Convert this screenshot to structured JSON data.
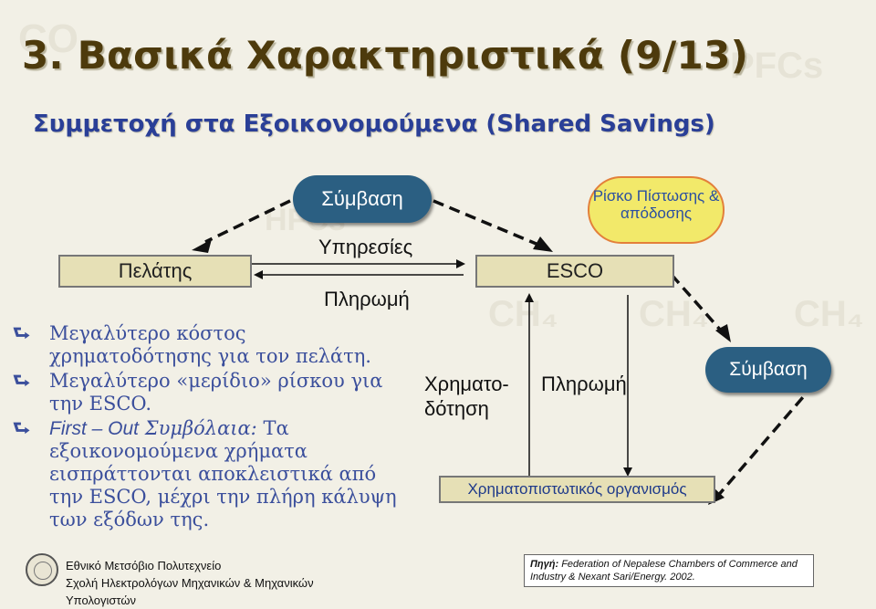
{
  "background_words": [
    "CO₂",
    "HFCs",
    "PFCs",
    "CH₄",
    "CH₄",
    "CH₄"
  ],
  "slide": {
    "title": "3. Βασικά Χαρακτηριστικά (9/13)",
    "subtitle": "Συμμετοχή στα Εξοικονομούμενα (Shared Savings)"
  },
  "diagram": {
    "client_box": "Πελάτης",
    "esco_box": "ESCO",
    "contract_top": "Σύμβαση",
    "contract_right": "Σύμβαση",
    "risk_cloud": "Ρίσκο Πίστωσης & απόδοσης",
    "services_label": "Υπηρεσίες",
    "payment_label_left": "Πληρωμή",
    "financing_label_line1": "Χρηματο-",
    "financing_label_line2": "δότηση",
    "payment_label_right": "Πληρωμή",
    "financial_org": "Χρηματοπιστωτικός οργανισμός"
  },
  "bullets": {
    "b1": "Μεγαλύτερο κόστος χρηματοδότησης για τον πελάτη.",
    "b2": "Μεγαλύτερο «μερίδιο» ρίσκου για την ESCO.",
    "b3_lead": "First – Out",
    "b3_italic": "Συμβόλαια:",
    "b3_rest": "Τα εξοικονομούμενα χρήματα εισπράττονται αποκλειστικά από την ESCO, μέχρι την πλήρη κάλυψη των εξόδων της."
  },
  "footer": {
    "line1": "Εθνικό Μετσόβιο Πολυτεχνείο",
    "line2": "Σχολή Ηλεκτρολόγων Μηχανικών & Μηχανικών",
    "line3": "Υπολογιστών"
  },
  "source": {
    "label": "Πηγή:",
    "text": "Federation of Nepalese Chambers of Commerce and Industry & Nexant Sari/Energy. 2002."
  },
  "colors": {
    "title": "#4d3a0c",
    "subtitle": "#2a3f97",
    "box_fill": "#e6e0b6",
    "pill_fill": "#2b5f82",
    "cloud_fill": "#f2e96a",
    "cloud_border": "#e3803a",
    "bullet_text": "#3b4f9c"
  }
}
